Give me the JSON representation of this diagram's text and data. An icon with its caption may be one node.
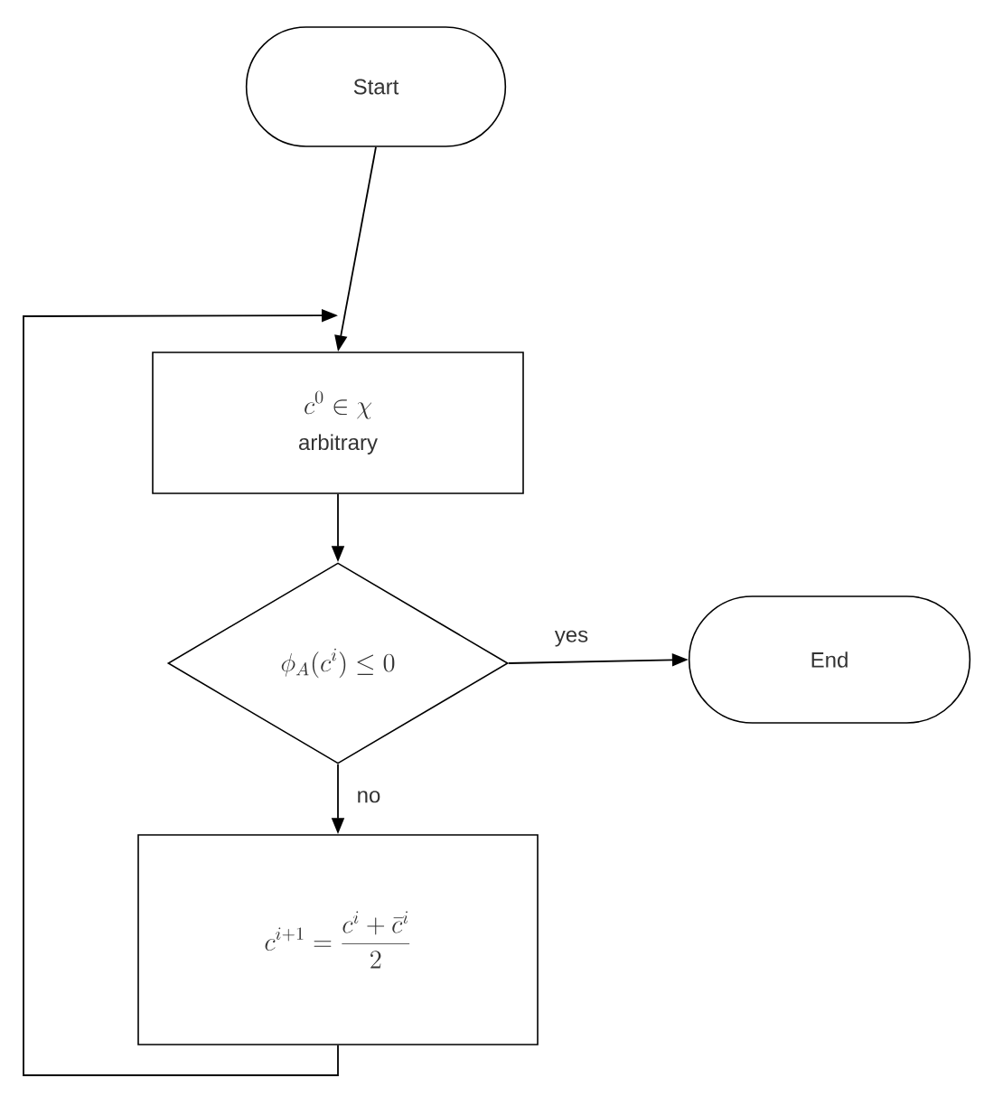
{
  "diagram": {
    "nodes": [
      {
        "text": [
          "Start"
        ]
      },
      {
        "text": [
          "c^{0} \\in \\chi",
          "arbitrary"
        ]
      },
      {
        "text": [
          "\\phi_{A}(c^{i}) \\leq 0"
        ]
      },
      {
        "text": [
          "End"
        ]
      },
      {
        "text": [
          "c^{i+1} = \\frac{c^{i} + \\bar{c}^{i}}{2}"
        ]
      }
    ],
    "edges": [
      {
        "from": 0,
        "to": 1,
        "arrow": "to"
      },
      {
        "from": 1,
        "to": 2,
        "arrow": "to"
      },
      {
        "from": 2,
        "to": 3,
        "arrow": "to",
        "label": "yes"
      },
      {
        "from": 2,
        "to": 4,
        "arrow": "to",
        "label": "no"
      },
      {
        "from": 4,
        "to": 1,
        "arrow": "to"
      }
    ]
  }
}
